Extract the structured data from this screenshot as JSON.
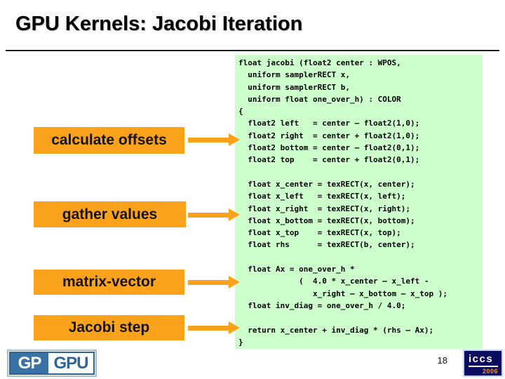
{
  "slide": {
    "title": "GPU Kernels: Jacobi Iteration",
    "page_number": "18"
  },
  "pipeline_labels": [
    {
      "text": "calculate offsets"
    },
    {
      "text": "gather values"
    },
    {
      "text": "matrix-vector"
    },
    {
      "text": "Jacobi step"
    }
  ],
  "code": {
    "lines": [
      "float jacobi (float2 center : WPOS,",
      "  uniform samplerRECT x,",
      "  uniform samplerRECT b,",
      "  uniform float one_over_h) : COLOR",
      "{",
      "  float2 left   = center – float2(1,0);",
      "  float2 right  = center + float2(1,0);",
      "  float2 bottom = center – float2(0,1);",
      "  float2 top    = center + float2(0,1);",
      "",
      "  float x_center = texRECT(x, center);",
      "  float x_left   = texRECT(x, left);",
      "  float x_right  = texRECT(x, right);",
      "  float x_bottom = texRECT(x, bottom);",
      "  float x_top    = texRECT(x, top);",
      "  float rhs      = texRECT(b, center);",
      "",
      "  float Ax = one_over_h *",
      "             (  4.0 * x_center – x_left -",
      "                x_right – x_bottom – x_top );",
      "  float inv_diag = one_over_h / 4.0;",
      "",
      "  return x_center + inv_diag * (rhs – Ax);",
      "}"
    ]
  },
  "logos": {
    "gpgpu": {
      "segment_left": "GP",
      "segment_right": "GPU"
    },
    "iccs": {
      "name": "iccs",
      "year": "2006"
    }
  },
  "colors": {
    "code_background": "#CCFFCC",
    "accent_orange": "#FAA21B",
    "gpgpu_blue": "#3A72A6",
    "iccs_navy": "#0B0B60",
    "iccs_year_orange": "#F7941D"
  }
}
